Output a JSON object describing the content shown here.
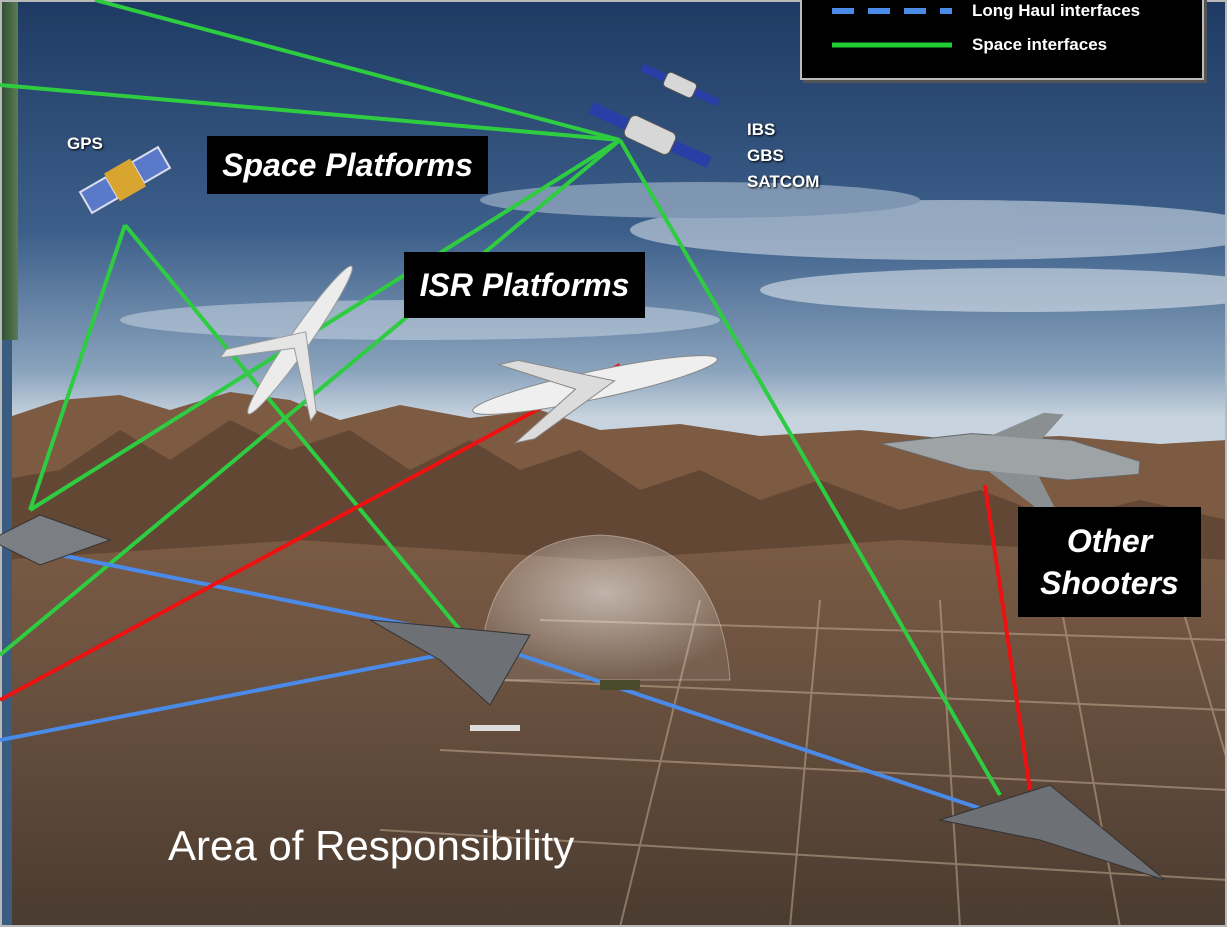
{
  "labels": {
    "space_platforms": "Space Platforms",
    "isr_platforms": "ISR Platforms",
    "other_shooters_line1": "Other",
    "other_shooters_line2": "Shooters",
    "gps": "GPS",
    "ibs": "IBS",
    "gbs": "GBS",
    "satcom": "SATCOM",
    "area": "Area of Responsibility"
  },
  "legend": {
    "items": [
      {
        "label": "Long Haul interfaces",
        "style": "dashed",
        "color": "#4a8ae8"
      },
      {
        "label": "Space interfaces",
        "style": "solid",
        "color": "#22cc33"
      }
    ]
  },
  "colors": {
    "space_interface": "#2ecc40",
    "long_haul_interface": "#4a8ae8",
    "weapon_link": "#ee1111"
  }
}
